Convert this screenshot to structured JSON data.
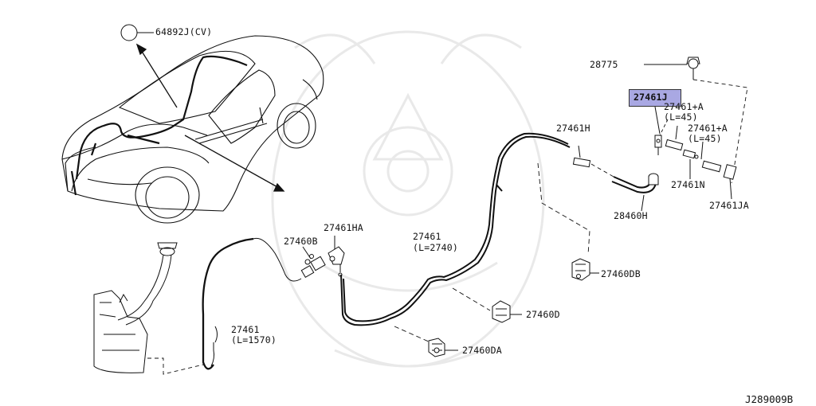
{
  "diagram": {
    "reference_code": "J289009B",
    "labels": {
      "p64892j": "64892J(CV)",
      "p28775": "28775",
      "p27461j": "27461J",
      "p27461a_1": "27461+A",
      "p27461a_1_len": "(L=45)",
      "p27461a_2": "27461+A",
      "p27461a_2_len": "(L=45)",
      "p27461h": "27461H",
      "p27461n": "27461N",
      "p27461ja": "27461JA",
      "p28460h": "28460H",
      "p27461ha": "27461HA",
      "p27460b": "27460B",
      "p27461_2740": "27461",
      "p27461_2740_len": "(L=2740)",
      "p27460db": "27460DB",
      "p27460d": "27460D",
      "p27460da": "27460DA",
      "p27461_1570": "27461",
      "p27461_1570_len": "(L=1570)"
    },
    "highlight_color": "#a9a8e3"
  }
}
